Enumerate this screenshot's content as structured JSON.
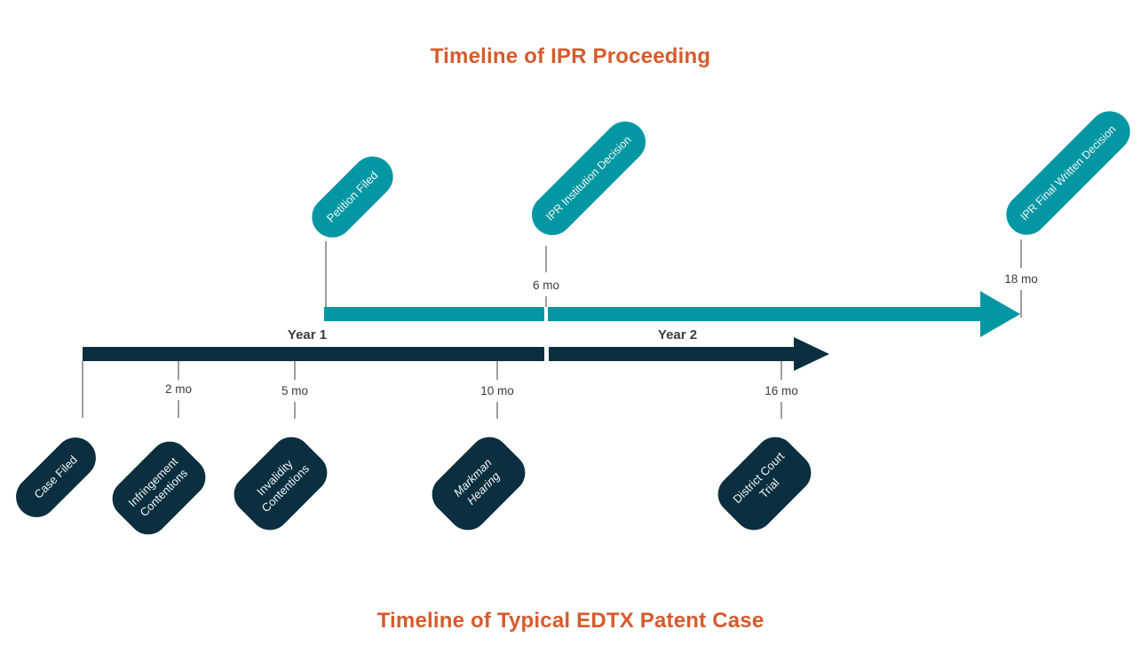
{
  "title_top": "Timeline of IPR Proceeding",
  "title_bottom": "Timeline of Typical EDTX Patent Case",
  "colors": {
    "accent_orange": "#D65B2D",
    "teal": "#0397A3",
    "navy": "#0B2F3F",
    "tick_gray": "#9E9E9E",
    "label_gray": "#3C3C3C",
    "pill_text": "#F2F6F7"
  },
  "ipr_timeline": {
    "events": [
      {
        "label": "Petition Filed"
      },
      {
        "label": "IPR Institution Decision"
      },
      {
        "label": "IPR Final Written Decision"
      }
    ],
    "milestones": [
      {
        "label": "6 mo"
      },
      {
        "label": "18 mo"
      }
    ]
  },
  "edtx_timeline": {
    "years": [
      {
        "label": "Year 1"
      },
      {
        "label": "Year 2"
      }
    ],
    "milestones": [
      {
        "label": "2 mo"
      },
      {
        "label": "5 mo"
      },
      {
        "label": "10 mo"
      },
      {
        "label": "16 mo"
      }
    ],
    "events": [
      {
        "lines": [
          "Case Filed"
        ]
      },
      {
        "lines": [
          "Infringement",
          "Contentions"
        ]
      },
      {
        "lines": [
          "Invalidity",
          "Contentions"
        ]
      },
      {
        "lines": [
          "Markman",
          "Hearing"
        ],
        "style": "italic"
      },
      {
        "lines": [
          "District Court",
          "Trial"
        ]
      }
    ]
  }
}
